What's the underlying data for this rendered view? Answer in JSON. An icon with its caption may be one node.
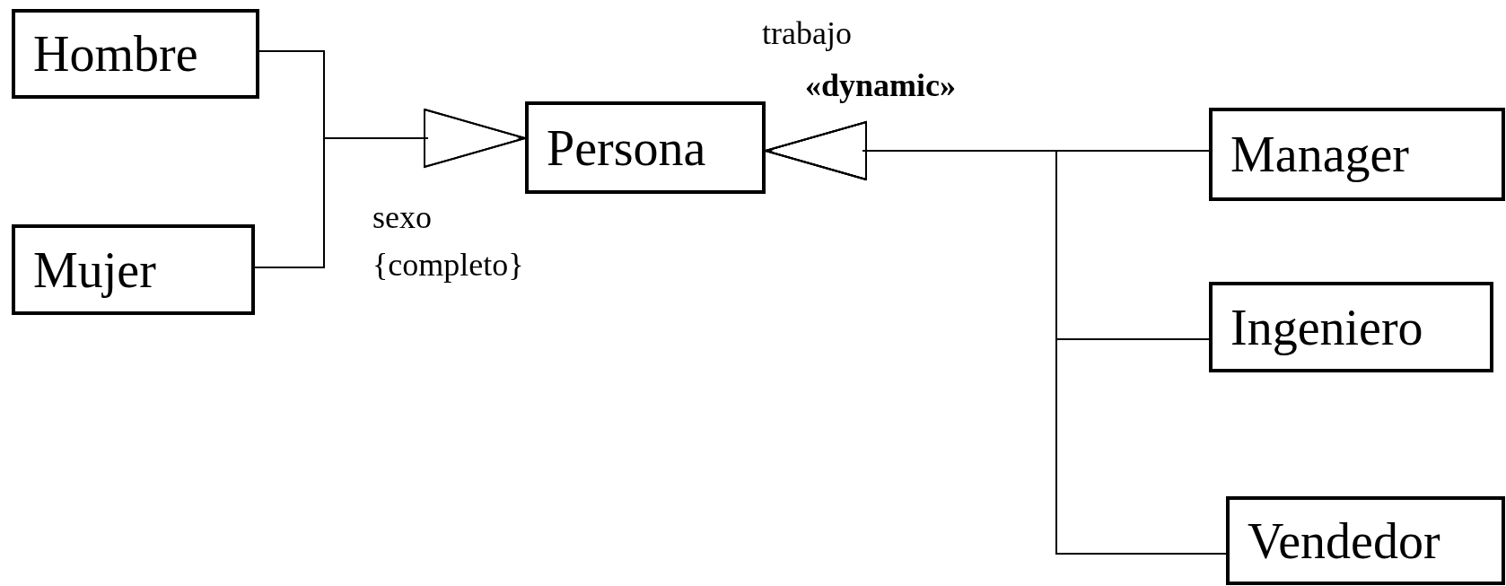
{
  "diagram": {
    "nodes": [
      {
        "text": [
          "Hombre"
        ]
      },
      {
        "text": [
          "Mujer"
        ]
      },
      {
        "text": [
          "Persona"
        ]
      },
      {
        "text": [
          "Manager"
        ]
      },
      {
        "text": [
          "Ingeniero"
        ]
      },
      {
        "text": [
          "Vendedor"
        ]
      }
    ],
    "edges": [
      {
        "from": 0,
        "to": 2,
        "arrow": "to"
      },
      {
        "from": 1,
        "to": 2,
        "arrow": "to"
      },
      {
        "from": 3,
        "to": 2,
        "arrow": "to"
      },
      {
        "from": 4,
        "to": 2,
        "arrow": "to"
      },
      {
        "from": 5,
        "to": 2,
        "arrow": "to"
      }
    ],
    "labels": [
      "trabajo",
      "«dynamic»",
      "sexo",
      "{completo}"
    ]
  }
}
